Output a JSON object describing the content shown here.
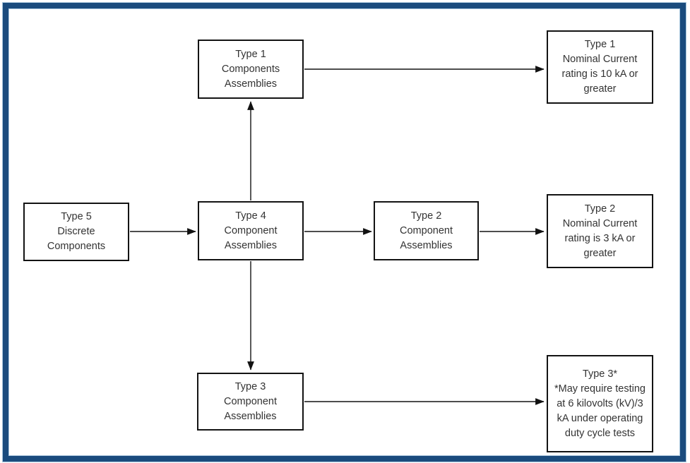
{
  "diagram": {
    "frame_color": "#1a4b7d",
    "box_border_color": "#131313",
    "text_color": "#333333",
    "nodes": {
      "type1_assemblies": {
        "label": "Type 1\nComponents\nAssemblies"
      },
      "type1_nominal": {
        "label": "Type 1\nNominal Current\nrating is 10 kA or\ngreater"
      },
      "type5_discrete": {
        "label": "Type 5\nDiscrete\nComponents"
      },
      "type4_assemblies": {
        "label": "Type 4\nComponent\nAssemblies"
      },
      "type2_assemblies": {
        "label": "Type 2\nComponent\nAssemblies"
      },
      "type2_nominal": {
        "label": "Type 2\nNominal Current\nrating is 3 kA or\ngreater"
      },
      "type3_assemblies": {
        "label": "Type 3\nComponent\nAssemblies"
      },
      "type3_note": {
        "label": "Type 3*\n*May require testing\nat 6 kilovolts (kV)/3\nkA under operating\nduty cycle tests"
      }
    },
    "connections": [
      {
        "from": "Type 5 Discrete Components",
        "to": "Type 4 Component Assemblies"
      },
      {
        "from": "Type 4 Component Assemblies",
        "to": "Type 1 Components Assemblies"
      },
      {
        "from": "Type 4 Component Assemblies",
        "to": "Type 2 Component Assemblies"
      },
      {
        "from": "Type 4 Component Assemblies",
        "to": "Type 3 Component Assemblies"
      },
      {
        "from": "Type 1 Components Assemblies",
        "to": "Type 1 Nominal Current rating is 10 kA or greater"
      },
      {
        "from": "Type 2 Component Assemblies",
        "to": "Type 2 Nominal Current rating is 3 kA or greater"
      },
      {
        "from": "Type 3 Component Assemblies",
        "to": "Type 3* May require testing at 6 kilovolts (kV)/3 kA under operating duty cycle tests"
      }
    ]
  }
}
